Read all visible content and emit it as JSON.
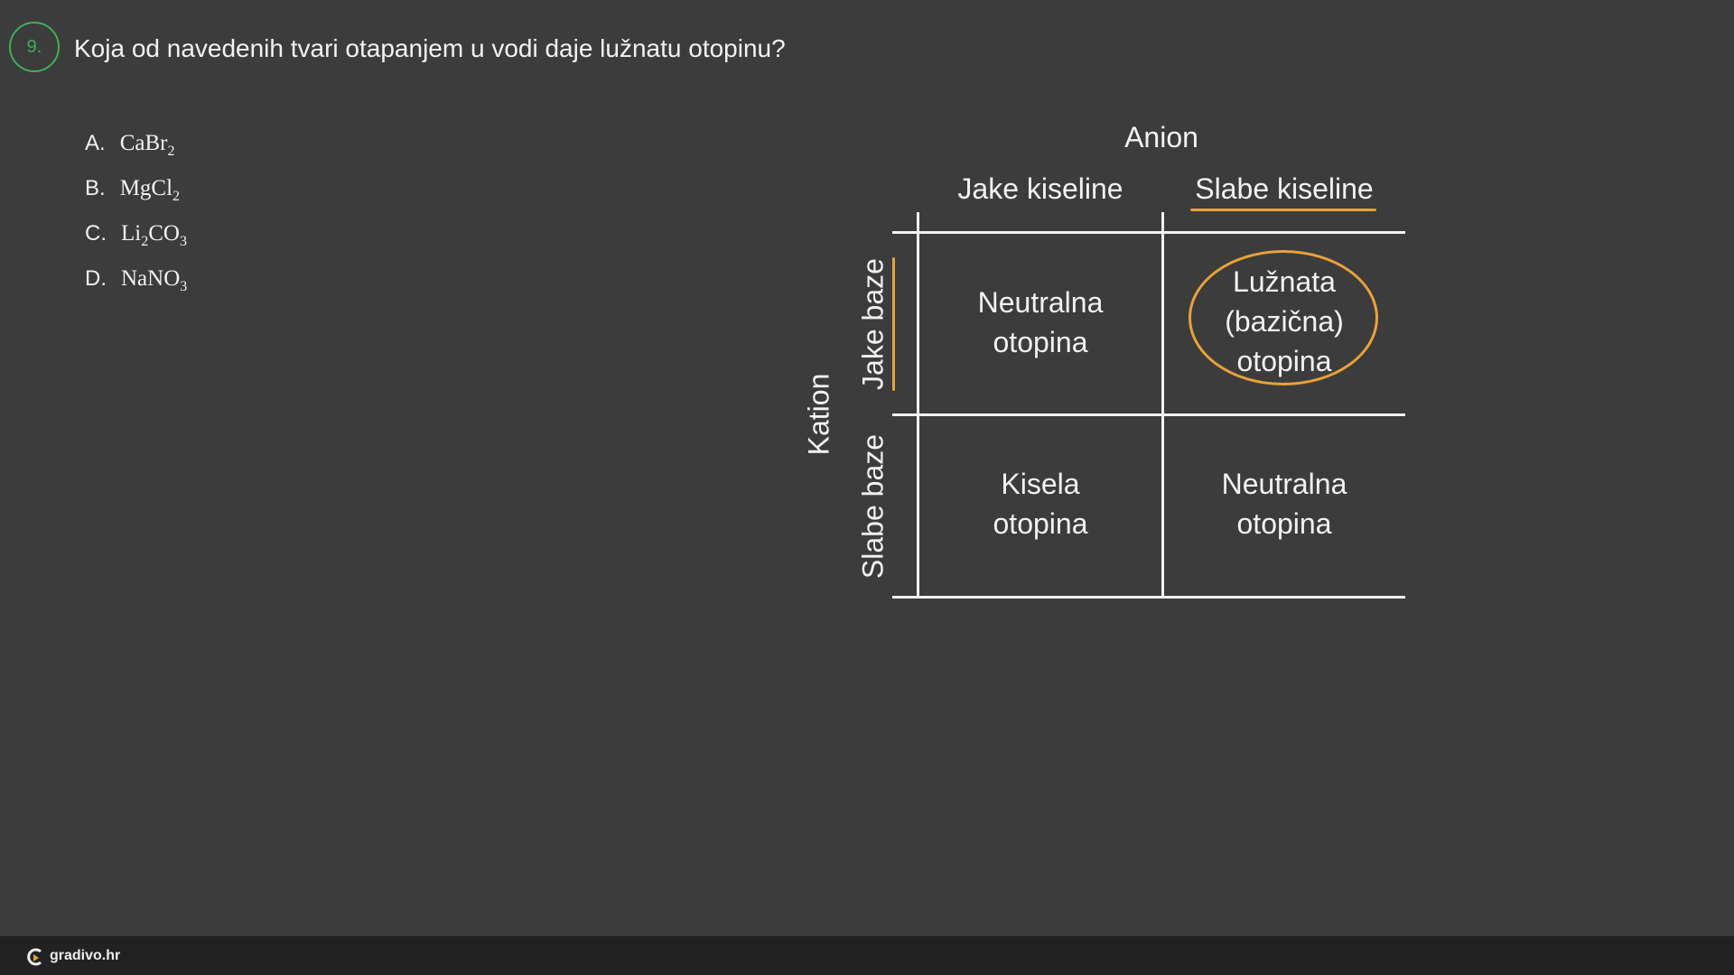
{
  "question": {
    "number": "9.",
    "text": "Koja od navedenih tvari otapanjem u vodi daje lužnatu otopinu?"
  },
  "options": [
    {
      "letter": "A.",
      "parts": [
        "CaBr",
        "2",
        ""
      ]
    },
    {
      "letter": "B.",
      "parts": [
        "MgCl",
        "2",
        ""
      ]
    },
    {
      "letter": "C.",
      "parts": [
        "Li",
        "2",
        "CO",
        "3"
      ]
    },
    {
      "letter": "D.",
      "parts": [
        "NaNO",
        "3",
        ""
      ]
    }
  ],
  "table": {
    "anion_label": "Anion",
    "kation_label": "Kation",
    "columns": [
      "Jake kiseline",
      "Slabe kiseline"
    ],
    "rows": [
      "Jake baze",
      "Slabe baze"
    ],
    "cells": [
      [
        [
          "Neutralna",
          "otopina"
        ],
        [
          "Lužnata",
          "(bazična)",
          "otopina"
        ]
      ],
      [
        [
          "Kisela",
          "otopina"
        ],
        [
          "Neutralna",
          "otopina"
        ]
      ]
    ],
    "highlight_color": "#e8a23a"
  },
  "footer": {
    "brand": "gradivo.hr"
  },
  "colors": {
    "background": "#3c3c3c",
    "badge": "#3fae5a",
    "footer": "#222222"
  }
}
